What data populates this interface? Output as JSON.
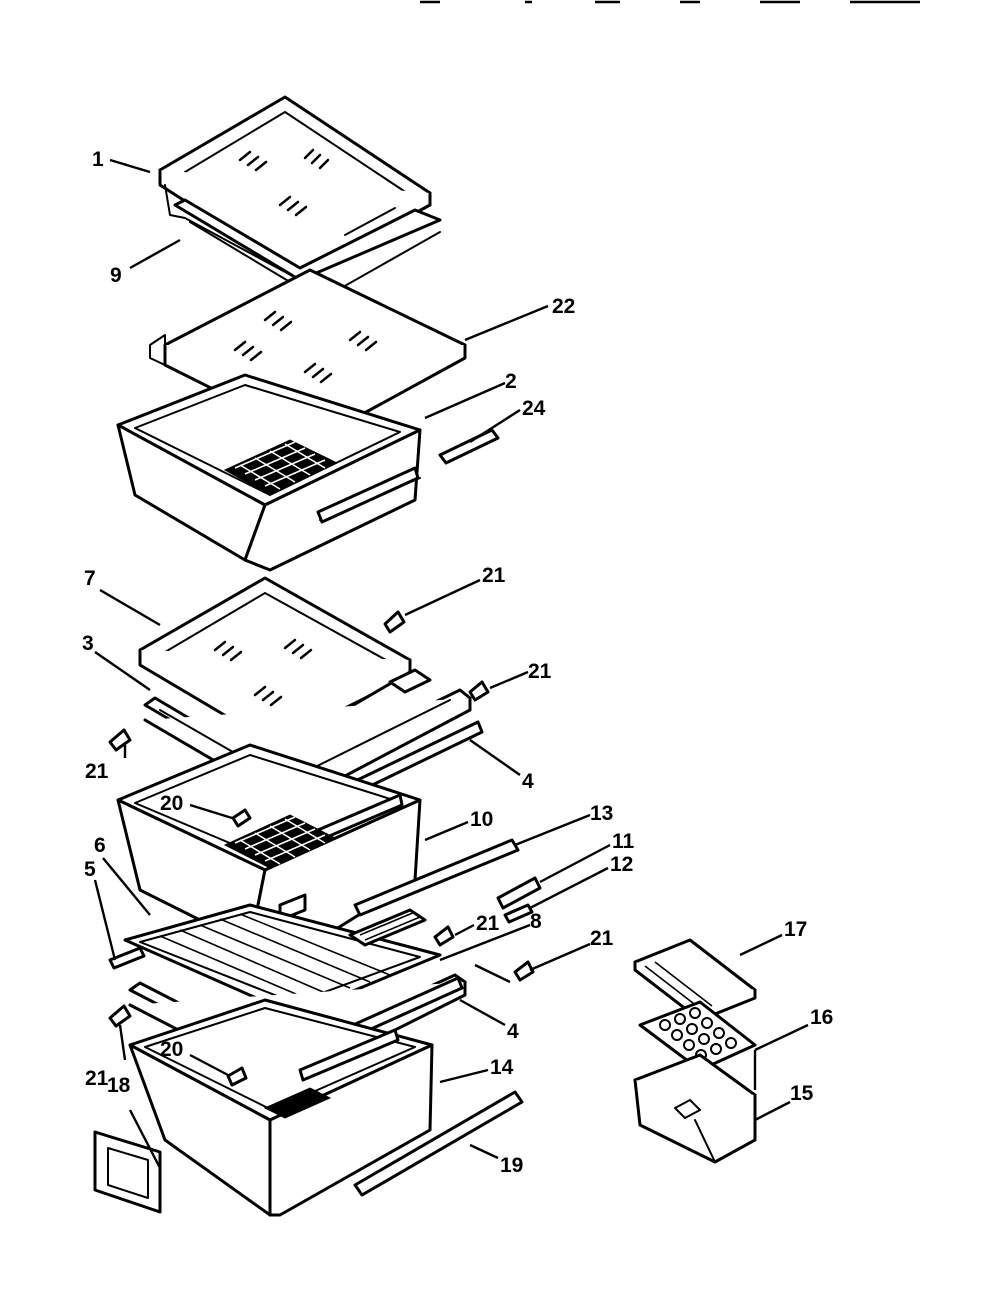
{
  "callouts": [
    {
      "id": "c1",
      "label": "1"
    },
    {
      "id": "c9",
      "label": "9"
    },
    {
      "id": "c22",
      "label": "22"
    },
    {
      "id": "c2",
      "label": "2"
    },
    {
      "id": "c24",
      "label": "24"
    },
    {
      "id": "c7",
      "label": "7"
    },
    {
      "id": "c21a",
      "label": "21"
    },
    {
      "id": "c3",
      "label": "3"
    },
    {
      "id": "c21b",
      "label": "21"
    },
    {
      "id": "c4a",
      "label": "4"
    },
    {
      "id": "c21c",
      "label": "21"
    },
    {
      "id": "c20a",
      "label": "20"
    },
    {
      "id": "c10",
      "label": "10"
    },
    {
      "id": "c13",
      "label": "13"
    },
    {
      "id": "c11",
      "label": "11"
    },
    {
      "id": "c6",
      "label": "6"
    },
    {
      "id": "c12",
      "label": "12"
    },
    {
      "id": "c5",
      "label": "5"
    },
    {
      "id": "c21d",
      "label": "21"
    },
    {
      "id": "c8",
      "label": "8"
    },
    {
      "id": "c21e",
      "label": "21"
    },
    {
      "id": "c17",
      "label": "17"
    },
    {
      "id": "c4b",
      "label": "4"
    },
    {
      "id": "c16",
      "label": "16"
    },
    {
      "id": "c20b",
      "label": "20"
    },
    {
      "id": "c21f",
      "label": "21"
    },
    {
      "id": "c14",
      "label": "14"
    },
    {
      "id": "c18",
      "label": "18"
    },
    {
      "id": "c15",
      "label": "15"
    },
    {
      "id": "c19",
      "label": "19"
    }
  ],
  "colors": {
    "ink": "#000000",
    "paper": "#ffffff"
  }
}
